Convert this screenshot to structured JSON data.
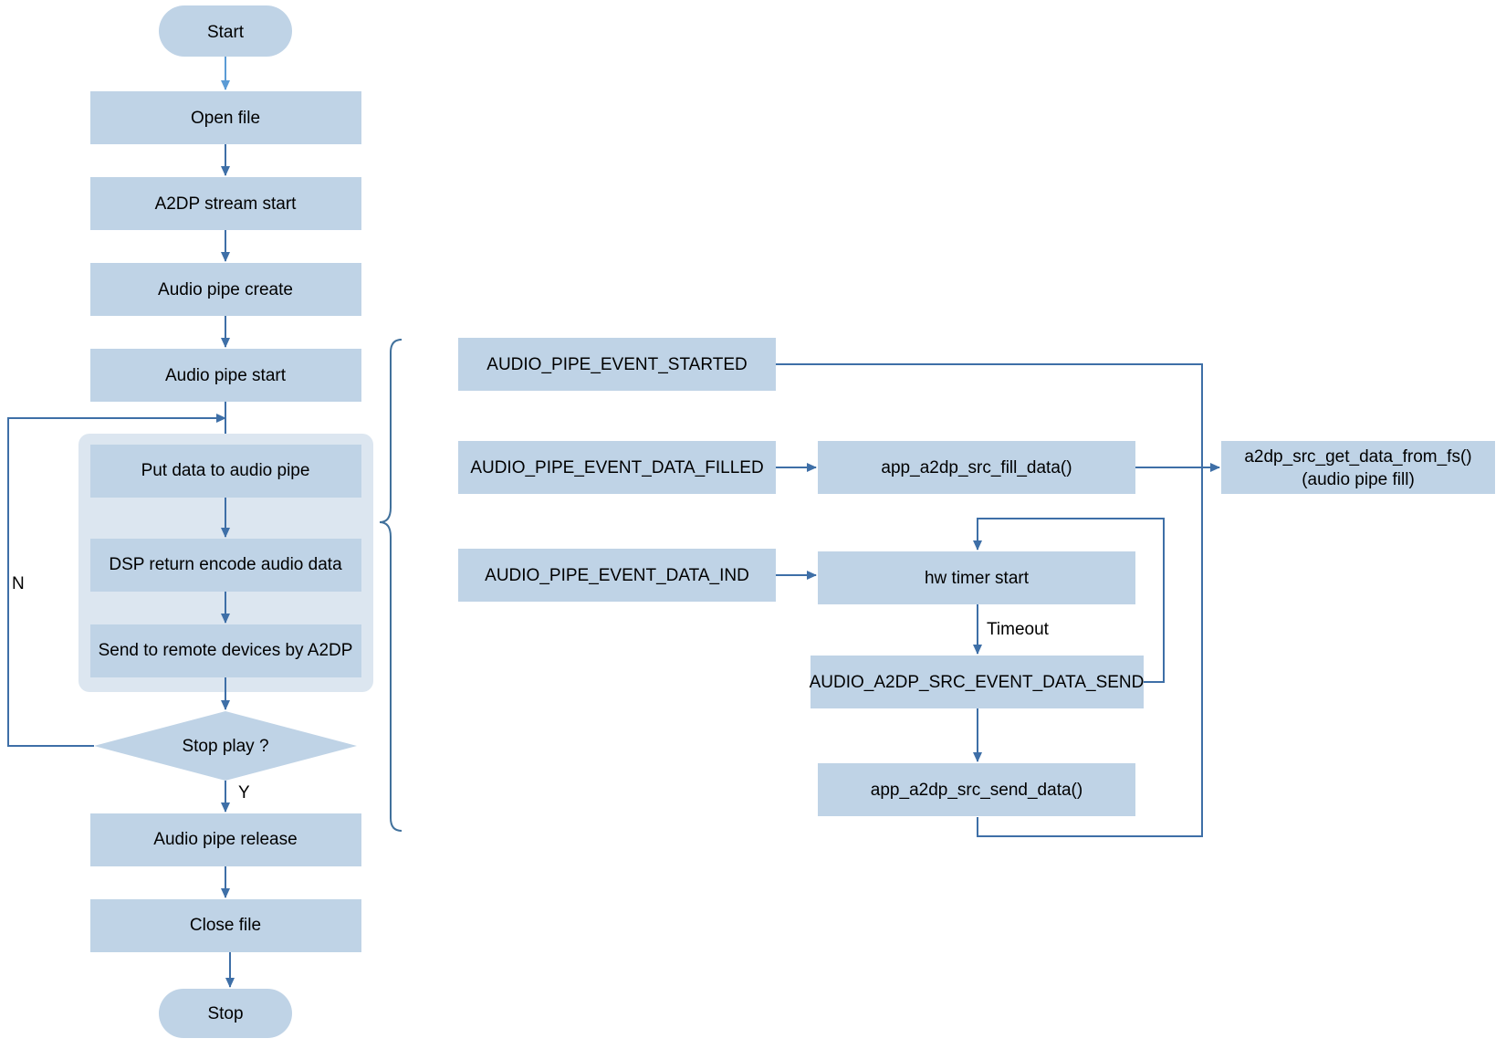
{
  "flow": {
    "start": "Start",
    "open_file": "Open file",
    "a2dp_stream_start": "A2DP stream start",
    "audio_pipe_create": "Audio pipe create",
    "audio_pipe_start": "Audio pipe start",
    "put_data": "Put data to audio pipe",
    "dsp_return": "DSP return encode audio data",
    "send_remote": "Send to remote devices by A2DP",
    "stop_play": "Stop play ?",
    "no_label": "N",
    "yes_label": "Y",
    "audio_pipe_release": "Audio pipe release",
    "close_file": "Close file",
    "stop": "Stop"
  },
  "events": {
    "started": "AUDIO_PIPE_EVENT_STARTED",
    "data_filled": "AUDIO_PIPE_EVENT_DATA_FILLED",
    "data_ind": "AUDIO_PIPE_EVENT_DATA_IND",
    "fill_data": "app_a2dp_src_fill_data()",
    "get_data_line1": "a2dp_src_get_data_from_fs()",
    "get_data_line2": "(audio pipe fill)",
    "hw_timer": "hw timer start",
    "timeout": "Timeout",
    "data_send": "AUDIO_A2DP_SRC_EVENT_DATA_SEND",
    "send_data": "app_a2dp_src_send_data()"
  },
  "colors": {
    "box_fill": "#bfd3e6",
    "group_fill": "#dce6f0",
    "arrow": "#3e6fa7",
    "start_arrow": "#5b9bd5"
  }
}
